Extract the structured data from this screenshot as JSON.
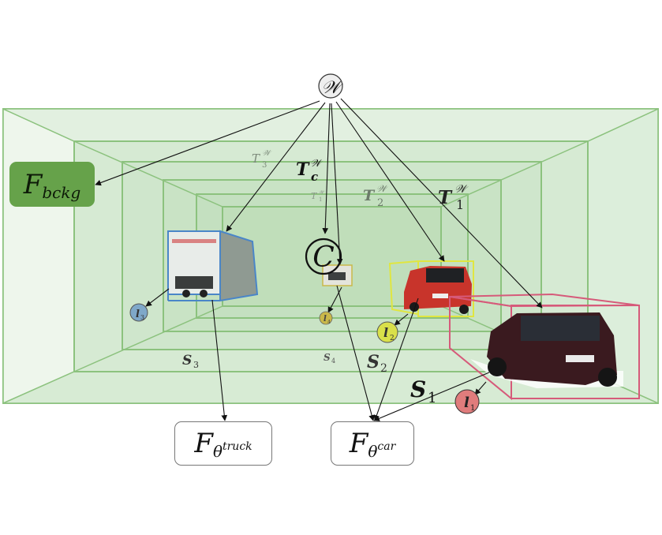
{
  "world_node": "𝒲",
  "camera_node": "C",
  "functions": {
    "background": {
      "main": "F",
      "sub": "bckg"
    },
    "truck": {
      "main": "F",
      "sub": "θ",
      "subsub": "truck"
    },
    "car": {
      "main": "F",
      "sub": "θ",
      "subsub": "car"
    }
  },
  "transforms": {
    "camera": {
      "symbol": "T",
      "sup": "𝒲",
      "sub": "c"
    },
    "t1": {
      "symbol": "T",
      "sup": "𝒲",
      "sub": "1"
    },
    "t2": {
      "symbol": "T",
      "sup": "𝒲",
      "sub": "2"
    },
    "t3": {
      "symbol": "T",
      "sup": "𝒲",
      "sub": "3"
    },
    "t4": {
      "symbol": "T",
      "sup": "𝒲",
      "sub": "1"
    }
  },
  "scales": {
    "s1": {
      "symbol": "S",
      "sub": "1"
    },
    "s2": {
      "symbol": "S",
      "sub": "2"
    },
    "s3": {
      "symbol": "S",
      "sub": "3"
    },
    "s4": {
      "symbol": "S",
      "sub": "4"
    }
  },
  "latents": {
    "l1": {
      "symbol": "l",
      "sub": "1",
      "color": "#e07c7c"
    },
    "l2": {
      "symbol": "l",
      "sub": "2",
      "color": "#d9e04a"
    },
    "l3": {
      "symbol": "l",
      "sub": "3",
      "color": "#7fa8c9"
    },
    "l4": {
      "symbol": "l",
      "sub": "4",
      "color": "#c9b84a"
    }
  },
  "colors": {
    "room_fill": "#cfe6cc",
    "room_line": "#8cc27e",
    "truck_box": "#4a86c8",
    "car2_box": "#e0e640",
    "car1_box": "#d65a7a",
    "bckg_box": "#66a24a"
  }
}
